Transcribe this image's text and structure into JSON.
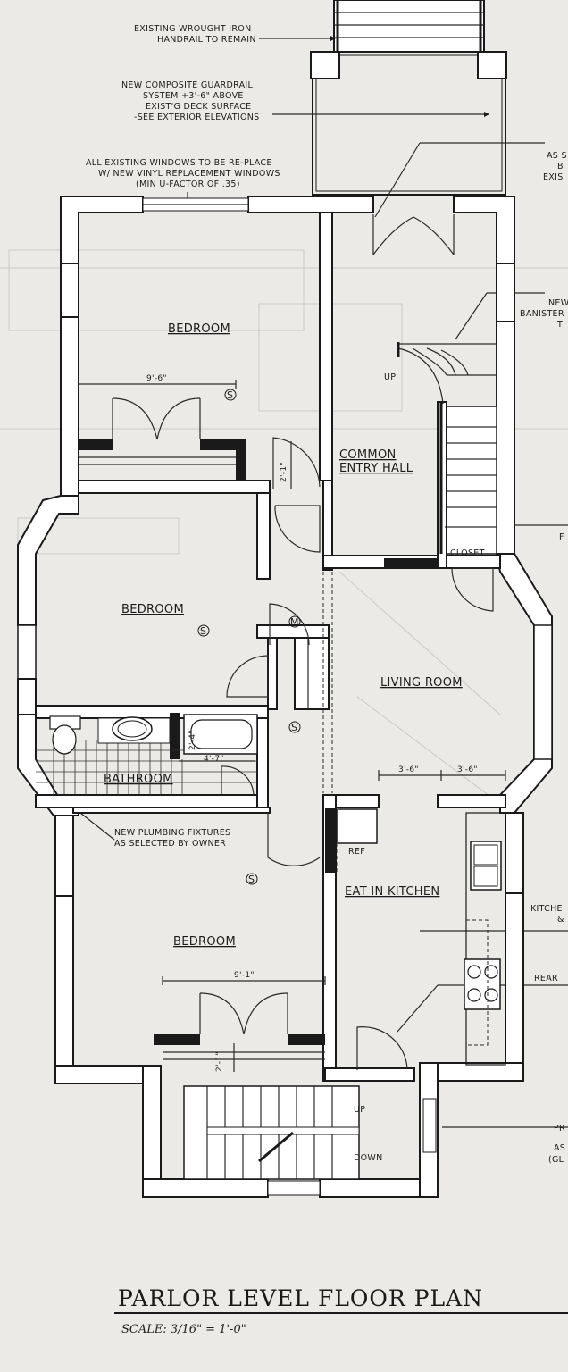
{
  "plan": {
    "title": "PARLOR LEVEL FLOOR PLAN",
    "scale": "SCALE:  3/16\" = 1'-0\""
  },
  "rooms": {
    "bedroom_1": "BEDROOM",
    "bedroom_2": "BEDROOM",
    "bedroom_3": "BEDROOM",
    "common_entry_line1": "COMMON",
    "common_entry_line2": "ENTRY HALL",
    "closet": "CLOSET",
    "living_room": "LIVING ROOM",
    "bathroom": "BATHROOM",
    "kitchen": "EAT IN KITCHEN",
    "ref": "REF"
  },
  "notes": {
    "handrail_line1": "EXISTING WROUGHT IRON",
    "handrail_line2": "HANDRAIL TO REMAIN",
    "guardrail_line1": "NEW COMPOSITE GUARDRAIL",
    "guardrail_line2": "SYSTEM +3'-6\" ABOVE",
    "guardrail_line3": "EXIST'G DECK SURFACE",
    "guardrail_line4": "-SEE EXTERIOR ELEVATIONS",
    "windows_line1": "ALL EXISTING WINDOWS TO BE RE-PLACE",
    "windows_line2": "W/ NEW VINYL REPLACEMENT WINDOWS",
    "windows_line3": "(MIN U-FACTOR OF .35)",
    "plumbing_line1": "NEW PLUMBING FIXTURES",
    "plumbing_line2": "AS SELECTED BY OWNER",
    "right_as_s": "AS S",
    "right_b": "B",
    "right_exis": "EXIS",
    "right_new": "NEW",
    "right_banister": "BANISTER",
    "right_t": "T",
    "right_f": "F",
    "right_kitche": "KITCHE",
    "right_amp": "&",
    "right_rear": "REAR",
    "right_pr": "PR",
    "right_as": "AS",
    "right_gl": "(GL"
  },
  "dimensions": {
    "bedroom1_width": "9'-6\"",
    "bedroom3_width": "9'-1\"",
    "hall_depth": "2'-1\"",
    "tub_width": "2'-4\"",
    "bath_length": "4'-7\"",
    "kitchen_left": "3'-6\"",
    "kitchen_right": "3'-6\"",
    "closet_depth": "2'-1\""
  },
  "stairs": {
    "up_main": "UP",
    "up_rear": "UP",
    "down_rear": "DOWN"
  },
  "symbols": {
    "smoke": "S",
    "meter": "M"
  }
}
